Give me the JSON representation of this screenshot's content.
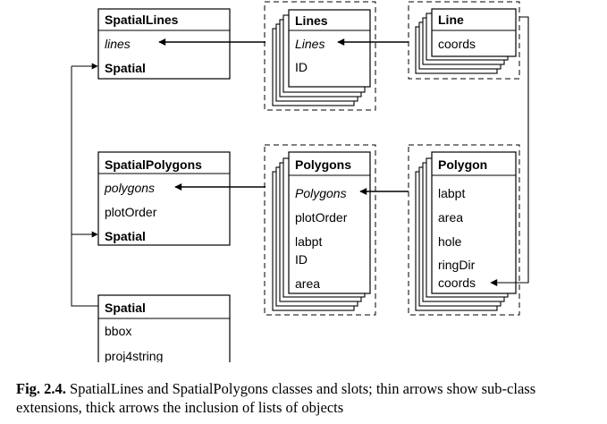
{
  "classes": {
    "spatial_lines": {
      "title": "SpatialLines",
      "slots": [
        "lines",
        "Spatial"
      ]
    },
    "spatial_polygons": {
      "title": "SpatialPolygons",
      "slots": [
        "polygons",
        "plotOrder",
        "Spatial"
      ]
    },
    "spatial": {
      "title": "Spatial",
      "slots": [
        "bbox",
        "proj4string"
      ]
    },
    "lines": {
      "title": "Lines",
      "slots": [
        "Lines",
        "ID"
      ]
    },
    "line": {
      "title": "Line",
      "slots": [
        "coords"
      ]
    },
    "polygons": {
      "title": "Polygons",
      "slots": [
        "Polygons",
        "plotOrder",
        "labpt",
        "ID",
        "area"
      ]
    },
    "polygon": {
      "title": "Polygon",
      "slots": [
        "labpt",
        "area",
        "hole",
        "ringDir",
        "coords"
      ]
    }
  },
  "caption": {
    "label": "Fig. 2.4.",
    "text": "SpatialLines and SpatialPolygons classes and slots; thin arrows show sub-class extensions, thick arrows the inclusion of lists of objects"
  }
}
